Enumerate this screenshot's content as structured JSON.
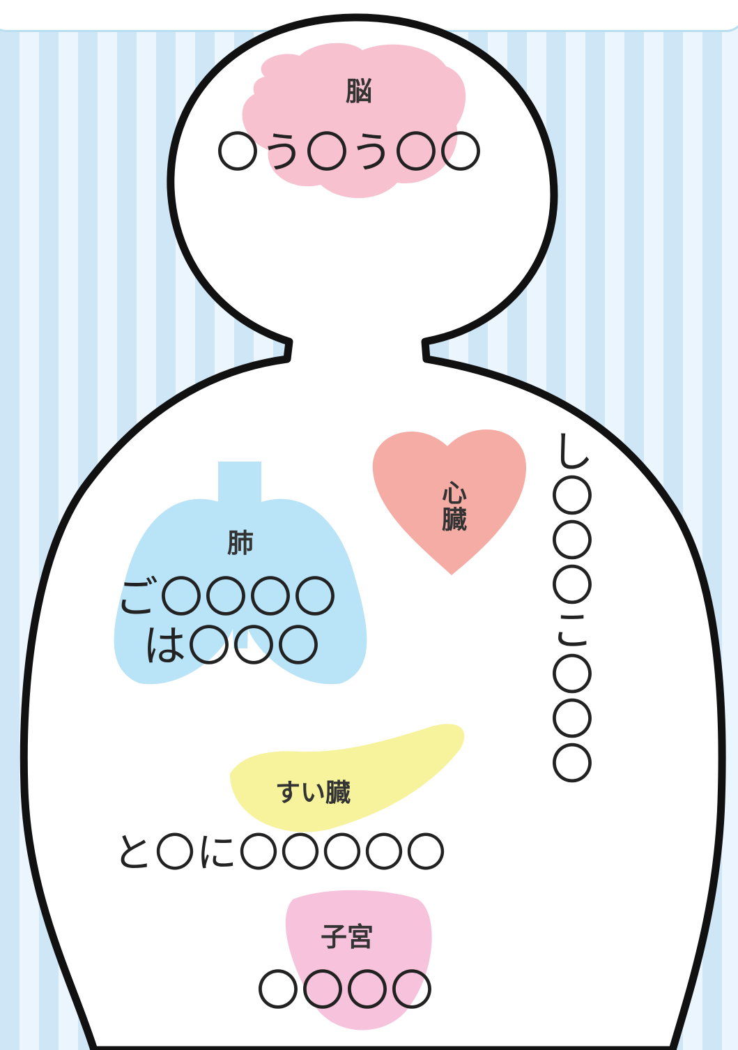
{
  "organs": {
    "brain": {
      "name": "脳",
      "answer": "〇う〇う〇〇"
    },
    "heart": {
      "name": "心臓",
      "answer": "し〇〇〇こ〇〇〇"
    },
    "lungs": {
      "name": "肺",
      "answer_line1": "ご〇〇〇〇",
      "answer_line2": "は〇〇〇"
    },
    "pancreas": {
      "name": "すい臓",
      "answer": "と〇に〇〇〇〇〇"
    },
    "uterus": {
      "name": "子宮",
      "answer": "〇〇〇〇"
    }
  },
  "colors": {
    "brain": "#f7c1cf",
    "heart": "#f4aca5",
    "lungs": "#b9e3f7",
    "pancreas": "#f7f29c",
    "uterus": "#f7c3dc",
    "outline": "#111111"
  }
}
